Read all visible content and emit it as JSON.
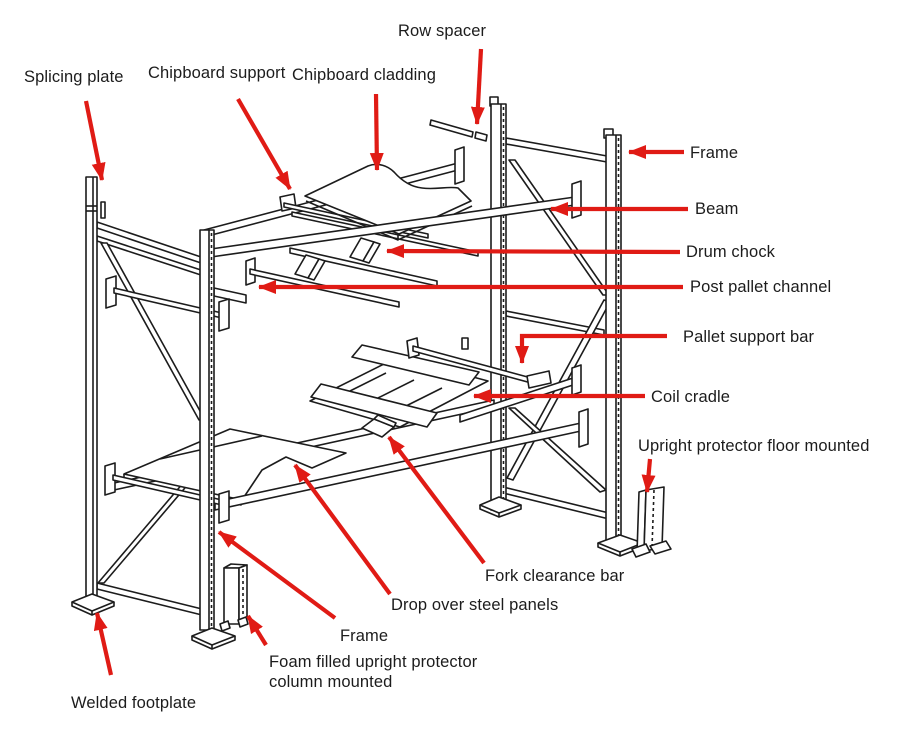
{
  "diagram": {
    "subject": "pallet-racking-components",
    "colors": {
      "background": "#ffffff",
      "line": "#1c1c1c",
      "arrow": "#e01b15",
      "text": "#1c1c1c"
    },
    "labels": {
      "splicing_plate": "Splicing plate",
      "chipboard_support": "Chipboard support",
      "chipboard_cladding": "Chipboard cladding",
      "row_spacer": "Row spacer",
      "frame_right": "Frame",
      "beam": "Beam",
      "drum_chock": "Drum chock",
      "post_pallet_channel": "Post pallet channel",
      "pallet_support_bar": "Pallet support bar",
      "coil_cradle": "Coil cradle",
      "upright_protector_floor": "Upright protector floor mounted",
      "fork_clearance_bar": "Fork clearance bar",
      "drop_over_steel_panels": "Drop over steel panels",
      "frame_bottom": "Frame",
      "foam_filled_upright_protector": "Foam filled upright protector column mounted",
      "welded_footplate": "Welded footplate"
    }
  }
}
